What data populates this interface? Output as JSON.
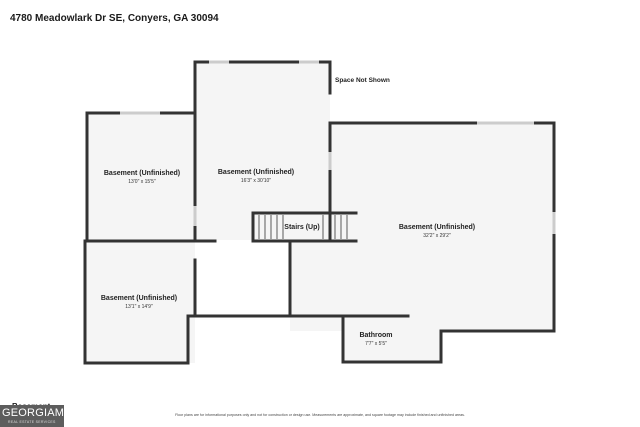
{
  "address": "4780 Meadowlark Dr SE, Conyers, GA 30094",
  "note": "Space Not Shown",
  "rooms": [
    {
      "name": "Basement (Unfinished)",
      "dims": "13'0\" x 15'5\""
    },
    {
      "name": "Basement (Unfinished)",
      "dims": "16'3\" x 30'10\""
    },
    {
      "name": "Basement (Unfinished)",
      "dims": "32'2\" x 29'2\""
    },
    {
      "name": "Basement (Unfinished)",
      "dims": "13'1\" x 14'9\""
    },
    {
      "name": "Bathroom",
      "dims": "7'7\" x 5'5\""
    }
  ],
  "stairs_label": "Stairs (Up)",
  "floor_label": "Basement",
  "logo": {
    "main": "GEORGIAMLS",
    "sub": "REAL ESTATE SERVICES"
  },
  "disclaimer": "Floor plans are for informational purposes only and not for construction or design use. Measurements are approximate, and square footage may include finished and unfinished areas.",
  "colors": {
    "wall": "#333333",
    "floor": "#f5f5f5",
    "background": "#ffffff",
    "logo_bg": "#5d5d5d"
  }
}
